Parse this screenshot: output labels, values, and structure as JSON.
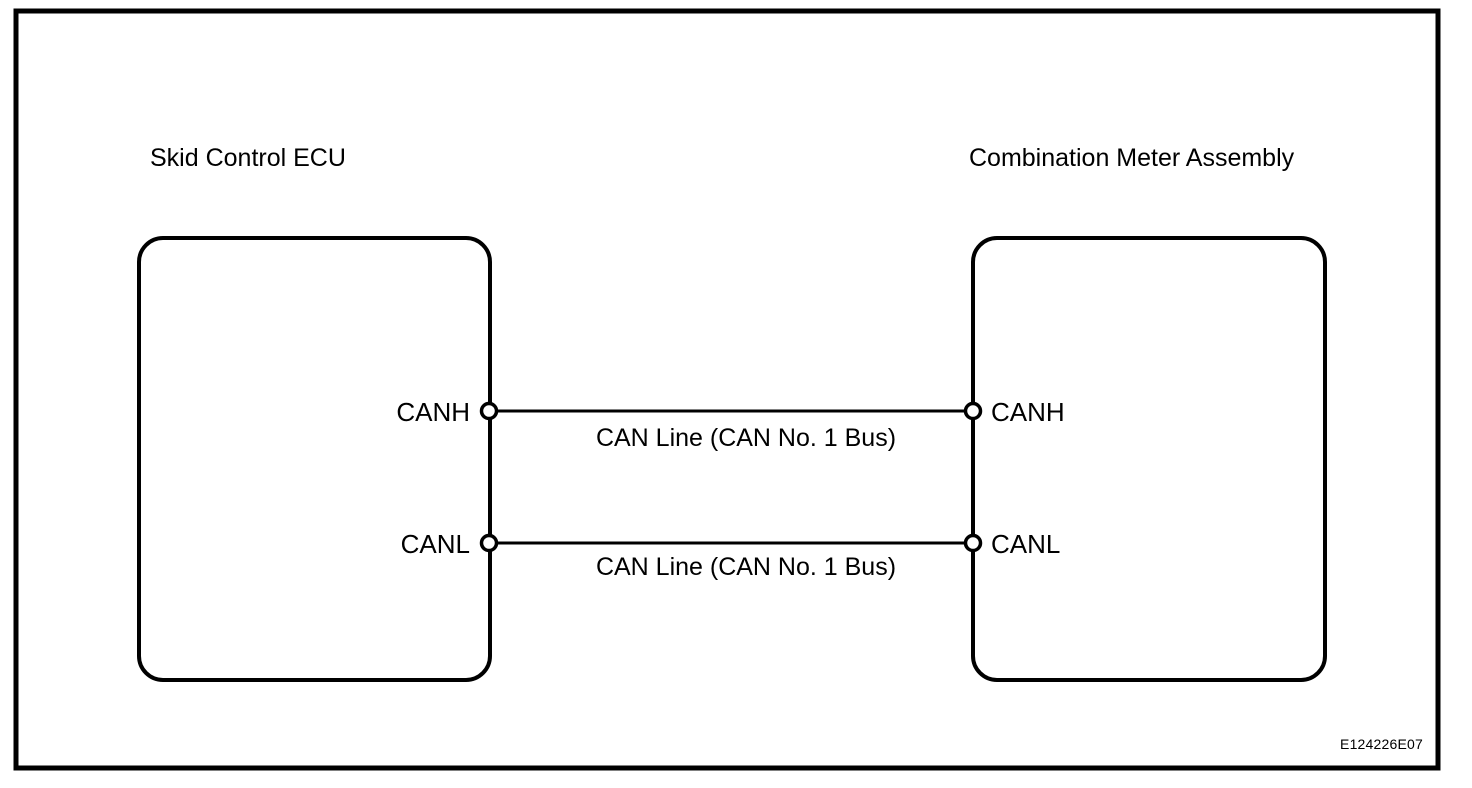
{
  "figure": {
    "type": "can-bus-wiring-diagram",
    "reference_code": "E124226E07",
    "background_color": "#ffffff",
    "line_color": "#000000"
  },
  "nodes": [
    {
      "id": "skid-control-ecu",
      "title": "Skid Control ECU",
      "side": "left",
      "pins": [
        {
          "id": "left-canh",
          "label": "CANH"
        },
        {
          "id": "left-canl",
          "label": "CANL"
        }
      ]
    },
    {
      "id": "combination-meter-assembly",
      "title": "Combination Meter Assembly",
      "side": "right",
      "pins": [
        {
          "id": "right-canh",
          "label": "CANH"
        },
        {
          "id": "right-canl",
          "label": "CANL"
        }
      ]
    }
  ],
  "connections": [
    {
      "id": "canh-bus",
      "label": "CAN Line (CAN No. 1 Bus)",
      "from_pin": "CANH",
      "to_pin": "CANH"
    },
    {
      "id": "canl-bus",
      "label": "CAN Line (CAN No. 1 Bus)",
      "from_pin": "CANL",
      "to_pin": "CANL"
    }
  ]
}
